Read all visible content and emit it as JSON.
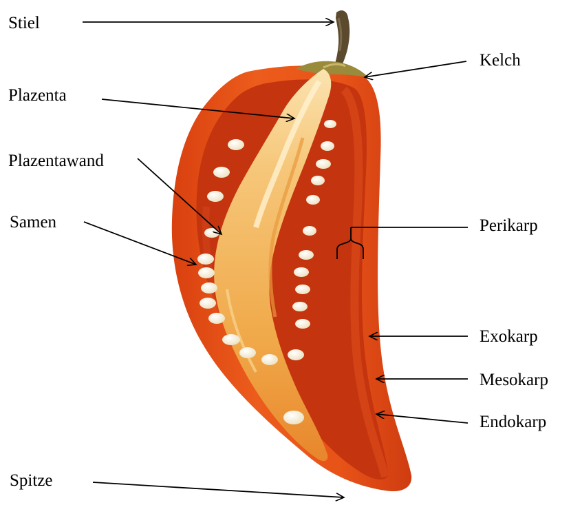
{
  "labels": {
    "stiel": "Stiel",
    "plazenta": "Plazenta",
    "plazentawand": "Plazentawand",
    "samen": "Samen",
    "spitze": "Spitze",
    "kelch": "Kelch",
    "perikarp": "Perikarp",
    "exokarp": "Exokarp",
    "mesokarp": "Mesokarp",
    "endokarp": "Endokarp"
  },
  "colors": {
    "label_text": "#000000",
    "arrow": "#000000",
    "pericarp_outer": "#e2541a",
    "pericarp_inner": "#c93810",
    "cavity": "#b8300d",
    "placenta": "#f2b25a",
    "placenta_light": "#fbe6b4",
    "seed": "#f7f1dc",
    "stem": "#5a4a30",
    "calyx": "#8a8a3a",
    "background": "#ffffff"
  }
}
